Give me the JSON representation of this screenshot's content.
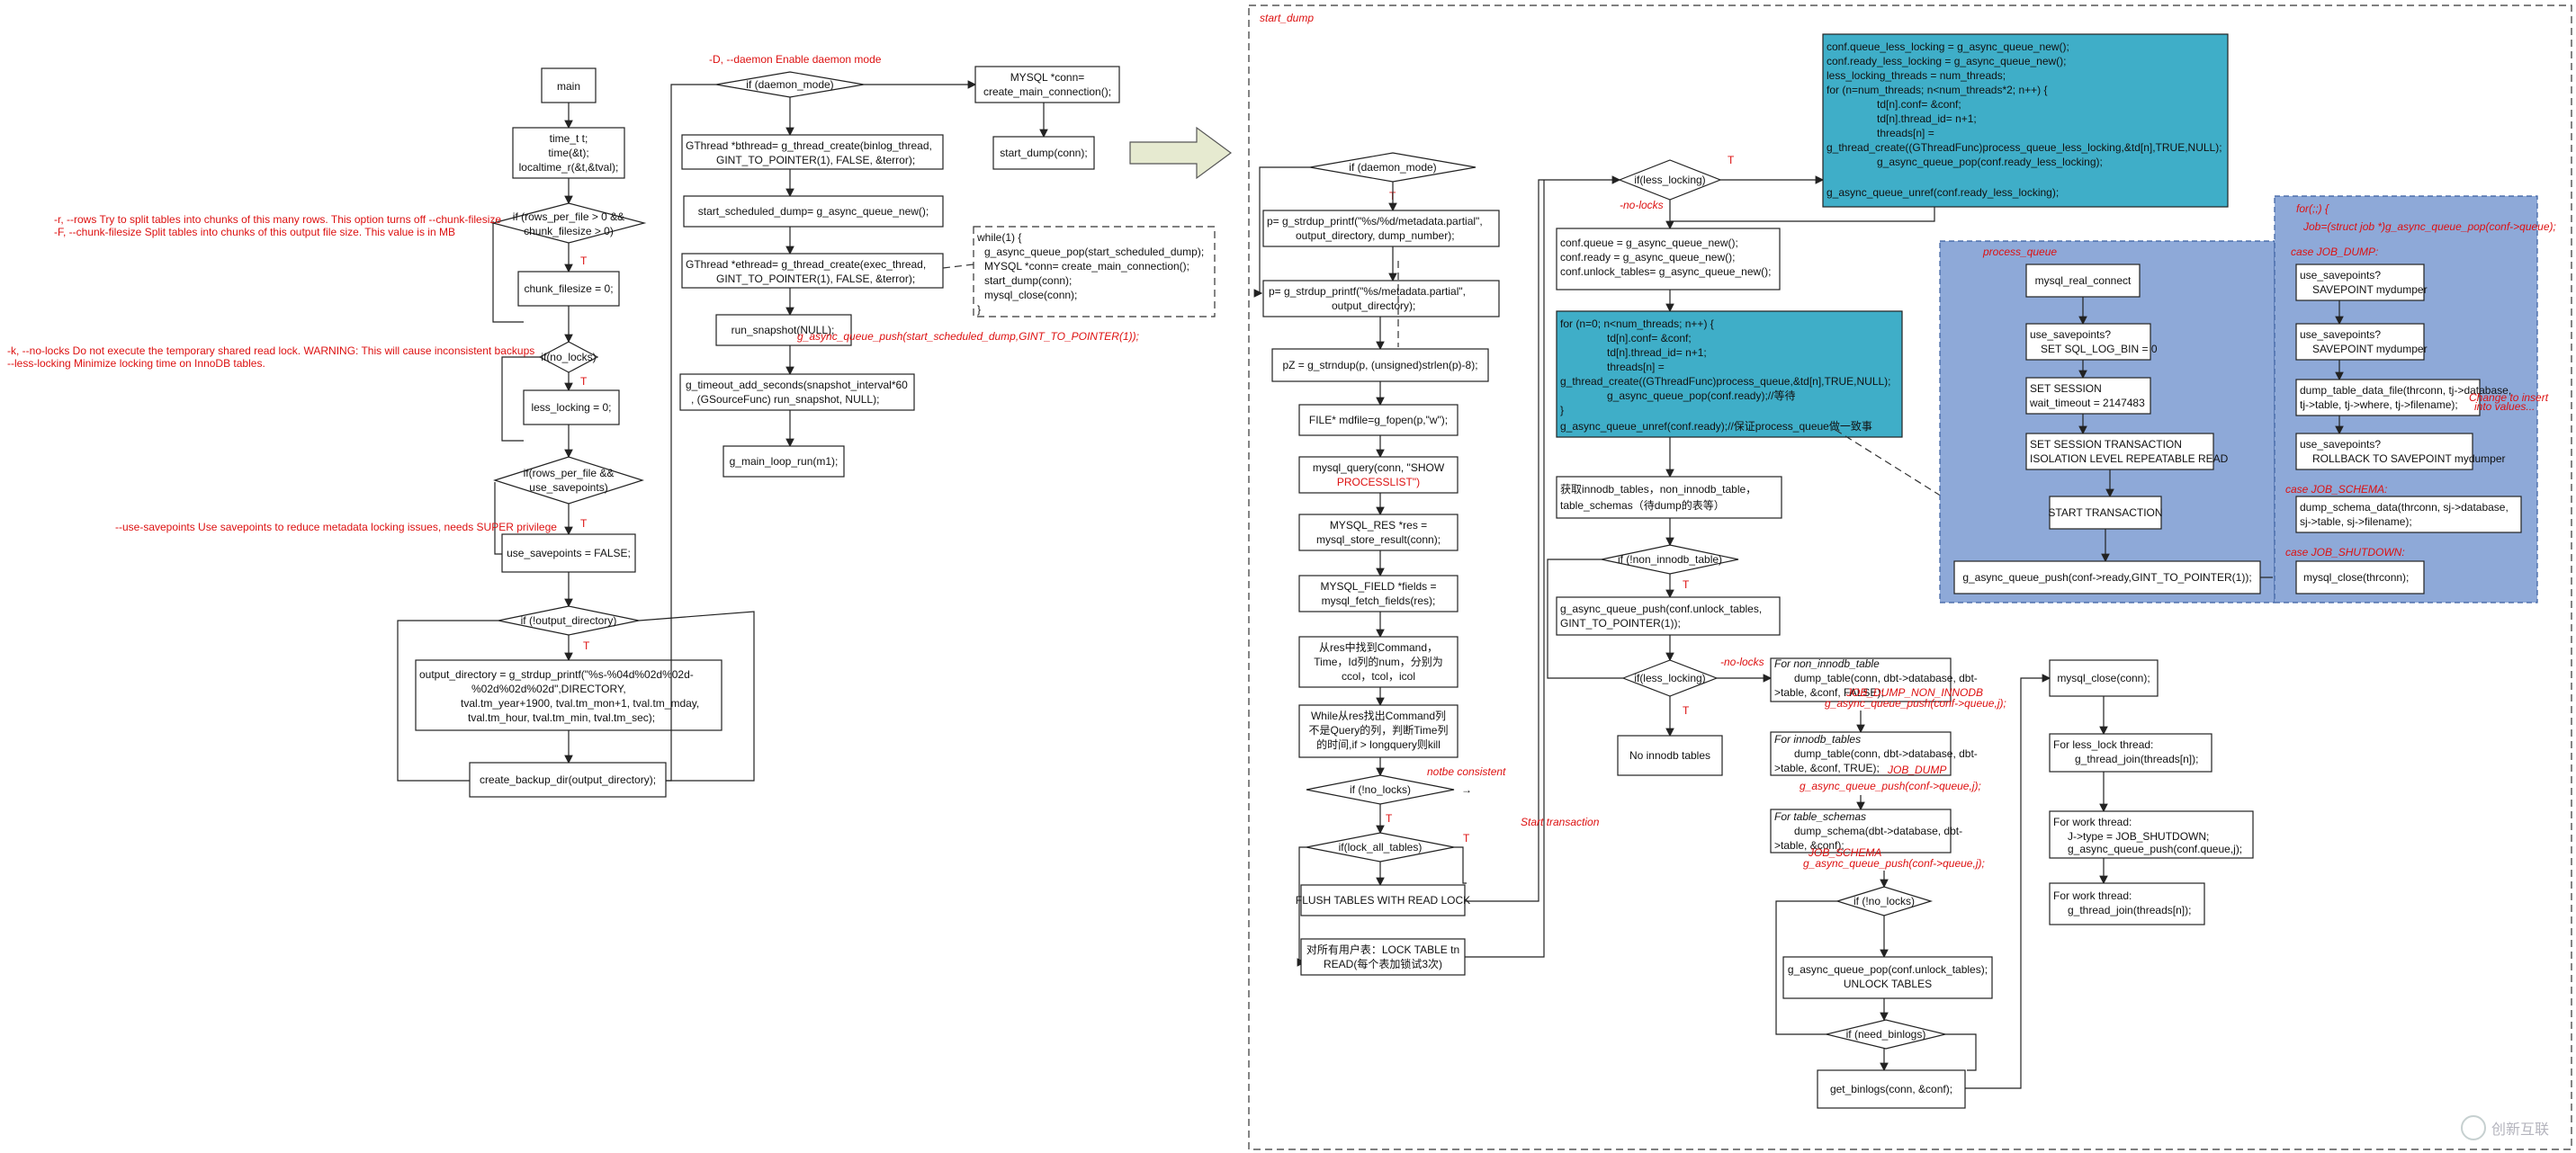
{
  "nodes": {
    "main": "main",
    "time": [
      "time_t t;",
      "time(&t);",
      "localtime_r(&t,&tval);"
    ],
    "rows_cond": [
      "if (rows_per_file > 0 &&",
      "chunk_filesize > 0)"
    ],
    "chunk": "chunk_filesize = 0;",
    "no_locks_cond": "if(no_locks)",
    "less_locking": "less_locking = 0;",
    "save_cond": [
      "if(rows_per_file &&",
      "use_savepoints)"
    ],
    "use_save_false": "use_savepoints = FALSE;",
    "outdir_cond": "if (!output_directory)",
    "outdir": [
      "output_directory = g_strdup_printf(\"%s-%04d%02d%02d-",
      "%02d%02d%02d\",DIRECTORY,",
      "tval.tm_year+1900, tval.tm_mon+1, tval.tm_mday,",
      "tval.tm_hour, tval.tm_min, tval.tm_sec);"
    ],
    "create_backup": "create_backup_dir(output_directory);",
    "daemon_cond": "if (daemon_mode)",
    "bthread": [
      "GThread *bthread= g_thread_create(binlog_thread,",
      "GINT_TO_POINTER(1), FALSE, &terror);"
    ],
    "start_sched": "start_scheduled_dump= g_async_queue_new();",
    "ethread": [
      "GThread *ethread= g_thread_create(exec_thread,",
      "GINT_TO_POINTER(1), FALSE, &terror);"
    ],
    "run_snapshot": "run_snapshot(NULL);",
    "timeout_add": [
      "g_timeout_add_seconds(snapshot_interval*60",
      ", (GSourceFunc) run_snapshot, NULL);"
    ],
    "main_loop": "g_main_loop_run(m1);",
    "mysql_conn": [
      "MYSQL *conn=",
      "create_main_connection();"
    ],
    "start_dump_call": "start_dump(conn);",
    "while_box": [
      "while(1) {",
      "g_async_queue_pop(start_scheduled_dump);",
      "MYSQL *conn= create_main_connection();",
      "start_dump(conn);",
      "mysql_close(conn);",
      "}"
    ],
    "sd_daemon_cond": "if (daemon_mode)",
    "p_metadata_partial": [
      "p= g_strdup_printf(\"%s/%d/metadata.partial\",",
      "output_directory, dump_number);"
    ],
    "p_metadata": [
      "p= g_strdup_printf(\"%s/metadata.partial\",",
      "output_directory);"
    ],
    "pz": "pZ = g_strndup(p, (unsigned)strlen(p)-8);",
    "fopen": "FILE* mdfile=g_fopen(p,\"w\");",
    "query": [
      "mysql_query(conn, \"SHOW",
      "PROCESSLIST\")"
    ],
    "store": [
      "MYSQL_RES *res =",
      "mysql_store_result(conn);"
    ],
    "fields": [
      "MYSQL_FIELD *fields =",
      "mysql_fetch_fields(res);"
    ],
    "find_cols": [
      "从res中找到Command，",
      "Time，Id列的num，分别为",
      "ccol，tcol，icol"
    ],
    "while_res": [
      "While从res找出Command列",
      "不是Query的列，判断Time列",
      "的时间,if > longquery则kill"
    ],
    "no_locks2_cond": "if (!no_locks)",
    "lock_all_cond": "if(lock_all_tables)",
    "flush": "FLUSH TABLES WITH READ LOCK",
    "lock_table": [
      "对所有用户表：LOCK TABLE tn",
      "READ(每个表加锁试3次)"
    ],
    "less_lock_cond": "if(less_locking)",
    "conf_less": [
      "conf.queue_less_locking = g_async_queue_new();",
      "conf.ready_less_locking = g_async_queue_new();",
      "less_locking_threads = num_threads;",
      "for (n=num_threads; n<num_threads*2; n++) {",
      "td[n].conf= &conf;",
      "td[n].thread_id= n+1;",
      "threads[n] =",
      "g_thread_create((GThreadFunc)process_queue_less_locking,&td[n],TRUE,NULL);",
      "g_async_queue_pop(conf.ready_less_locking);",
      "g_async_queue_unref(conf.ready_less_locking);"
    ],
    "conf_queue": [
      "conf.queue = g_async_queue_new();",
      "conf.ready = g_async_queue_new();",
      "conf.unlock_tables= g_async_queue_new();"
    ],
    "for_threads": [
      "for (n=0; n<num_threads; n++) {",
      "td[n].conf= &conf;",
      "td[n].thread_id= n+1;",
      "threads[n] =",
      "g_thread_create((GThreadFunc)process_queue,&td[n],TRUE,NULL);",
      "g_async_queue_pop(conf.ready);//等待",
      "}",
      "g_async_queue_unref(conf.ready);//保证process_queue做一致事"
    ],
    "get_tables": [
      "获取innodb_tables，non_innodb_table，",
      "table_schemas（待dump的表等）"
    ],
    "non_innodb_cond": "if (!non_innodb_table)",
    "push_unlock": [
      "g_async_queue_push(conf.unlock_tables,",
      "GINT_TO_POINTER(1));"
    ],
    "less_lock2_cond": "if(less_locking)",
    "no_innodb": "No innodb tables",
    "for_non_innodb": [
      "For non_innodb_table",
      "dump_table(conn, dbt->database, dbt-",
      ">table, &conf, FALSE);"
    ],
    "for_innodb": [
      "For innodb_tables",
      "dump_table(conn, dbt->database, dbt-",
      ">table, &conf, TRUE);"
    ],
    "for_schemas": [
      "For table_schemas",
      "dump_schema(dbt->database, dbt-",
      ">table, &conf);"
    ],
    "no_locks3_cond": "if (!no_locks)",
    "pop_unlock": [
      "g_async_queue_pop(conf.unlock_tables);",
      "UNLOCK TABLES"
    ],
    "need_binlogs_cond": "if (need_binlogs)",
    "get_binlogs": "get_binlogs(conn, &conf);",
    "mysql_close": "mysql_close(conn);",
    "less_lock_thread": [
      "For less_lock thread:",
      "g_thread_join(threads[n]);"
    ],
    "work_thread1": [
      "For work thread:",
      "J->type = JOB_SHUTDOWN;",
      "g_async_queue_push(conf.queue,j);"
    ],
    "work_thread2": [
      "For work thread:",
      "g_thread_join(threads[n]);"
    ],
    "pq_connect": "mysql_real_connect",
    "pq_binlog": [
      "use_savepoints?",
      "SET SQL_LOG_BIN = 0"
    ],
    "pq_session": [
      "SET SESSION",
      "wait_timeout = 2147483"
    ],
    "pq_iso": [
      "SET SESSION TRANSACTION",
      "ISOLATION LEVEL REPEATABLE READ"
    ],
    "pq_start": "START TRANSACTION",
    "pq_push": "g_async_queue_push(conf->ready,GINT_TO_POINTER(1));",
    "jd_sp1": [
      "use_savepoints?",
      "SAVEPOINT mydumper"
    ],
    "jd_sp2": [
      "use_savepoints?",
      "SAVEPOINT mydumper"
    ],
    "jd_dump": [
      "dump_table_data_file(thrconn, tj->database,",
      "tj->table, tj->where, tj->filename);"
    ],
    "jd_rb": [
      "use_savepoints?",
      "ROLLBACK TO SAVEPOINT mydumper"
    ],
    "jd_schema": [
      "dump_schema_data(thrconn, sj->database,",
      "sj->table, sj->filename);"
    ],
    "jd_close": "mysql_close(thrconn);"
  },
  "notes": {
    "rows_opt": [
      "-r, --rows     Try to split tables into chunks of this many rows. This option turns off --chunk-filesize",
      "-F, --chunk-filesize      Split tables into chunks of this output file size. This value is in MB"
    ],
    "lock_opt": [
      "-k, --no-locks           Do not execute the temporary shared read lock.  WARNING: This will cause inconsistent backups",
      "--less-locking             Minimize locking time on InnoDB tables."
    ],
    "save_opt": "--use-savepoints          Use savepoints to reduce metadata locking issues, needs SUPER privilege",
    "daemon_opt": "-D, --daemon   Enable daemon mode",
    "push_note": "g_async_queue_push(start_scheduled_dump,GINT_TO_POINTER(1));",
    "start_dump": "start_dump",
    "no_locks_lbl": "-no-locks",
    "notbe": "notbe consistent",
    "start_tx": "Start transaction",
    "job_dump_non": "JOB_DUMP_NON_INNODB",
    "push_queue1": "g_async_queue_push(conf->queue,j);",
    "job_dump": "JOB_DUMP",
    "push_queue2": "g_async_queue_push(conf->queue,j);",
    "job_schema": "JOB_SCHEMA",
    "push_queue3": "g_async_queue_push(conf->queue,j);",
    "process_queue": "process_queue",
    "for_loop": "for(;;) {",
    "job_pop": "Job=(struct job *)g_async_queue_pop(conf->queue);",
    "case_dump": "case JOB_DUMP:",
    "case_schema": "case JOB_SCHEMA:",
    "case_shutdown": "case JOB_SHUTDOWN:",
    "change_insert": [
      "Change to insert",
      "into values..."
    ],
    "t": "T",
    "arrow_sym": "→"
  },
  "watermark": "创新互联",
  "colors": {
    "highlight": "#3faec8",
    "panel": "#8ea9d8",
    "red_text": "#dd1111",
    "arrow_fill": "#e6ead0"
  }
}
